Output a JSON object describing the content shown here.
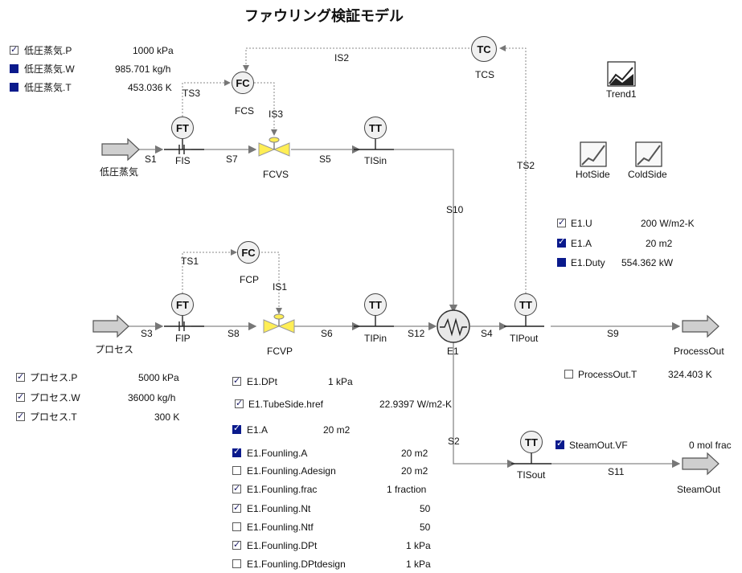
{
  "title": "ファウリング検証モデル",
  "steam_params": [
    {
      "label": "低圧蒸気.P",
      "value": "1000 kPa",
      "state": "checked"
    },
    {
      "label": "低圧蒸気.W",
      "value": "985.701 kg/h",
      "state": "filled"
    },
    {
      "label": "低圧蒸気.T",
      "value": "453.036 K",
      "state": "filled"
    }
  ],
  "process_params": [
    {
      "label": "プロセス.P",
      "value": "5000 kPa",
      "state": "checked"
    },
    {
      "label": "プロセス.W",
      "value": "36000 kg/h",
      "state": "checked"
    },
    {
      "label": "プロセス.T",
      "value": "300 K",
      "state": "checked"
    }
  ],
  "e1_params": [
    {
      "label": "E1.U",
      "value": "200 W/m2-K",
      "state": "checked"
    },
    {
      "label": "E1.A",
      "value": "20 m2",
      "state": "filled_checked"
    },
    {
      "label": "E1.Duty",
      "value": "554.362 kW",
      "state": "filled"
    }
  ],
  "fouling_params": [
    {
      "label": "E1.DPt",
      "value": "1 kPa",
      "state": "checked"
    },
    {
      "label": "E1.TubeSide.href",
      "value": "22.9397 W/m2-K",
      "state": "checked"
    },
    {
      "label": "E1.A",
      "value": "20 m2",
      "state": "filled_checked"
    },
    {
      "label": "E1.Founling.A",
      "value": "20 m2",
      "state": "filled_checked"
    },
    {
      "label": "E1.Founling.Adesign",
      "value": "20 m2",
      "state": "unchecked"
    },
    {
      "label": "E1.Founling.frac",
      "value": "1 fraction",
      "state": "checked"
    },
    {
      "label": "E1.Founling.Nt",
      "value": "50",
      "state": "checked"
    },
    {
      "label": "E1.Founling.Ntf",
      "value": "50",
      "state": "unchecked"
    },
    {
      "label": "E1.Founling.DPt",
      "value": "1 kPa",
      "state": "checked"
    },
    {
      "label": "E1.Founling.DPtdesign",
      "value": "1 kPa",
      "state": "unchecked"
    }
  ],
  "processout_t": {
    "label": "ProcessOut.T",
    "value": "324.403 K",
    "state": "unchecked"
  },
  "steamout_vf": {
    "label": "SteamOut.VF",
    "value": "0 mol frac",
    "state": "filled_checked"
  },
  "instruments": {
    "tc": "TC",
    "tc_tag": "TCS",
    "fcs": "FC",
    "fcs_tag": "FCS",
    "fis": "FT",
    "fis_tag": "FIS",
    "tisin": "TT",
    "tisin_tag": "TISin",
    "fcp": "FC",
    "fcp_tag": "FCP",
    "fip": "FT",
    "fip_tag": "FIP",
    "tipin": "TT",
    "tipin_tag": "TIPin",
    "tipout": "TT",
    "tipout_tag": "TIPout",
    "tisout": "TT",
    "tisout_tag": "TISout"
  },
  "equipment": {
    "steam_feed": "低圧蒸気",
    "process_feed": "プロセス",
    "fcvs": "FCVS",
    "fcvp": "FCVP",
    "e1": "E1",
    "processout": "ProcessOut",
    "steamout": "SteamOut",
    "trend1": "Trend1",
    "hotside": "HotSide",
    "coldside": "ColdSide"
  },
  "streams": {
    "s1": "S1",
    "s7": "S7",
    "s5": "S5",
    "s10": "S10",
    "s3": "S3",
    "s8": "S8",
    "s6": "S6",
    "s12": "S12",
    "s4": "S4",
    "s9": "S9",
    "s2": "S2",
    "s11": "S11",
    "is2": "IS2",
    "ts3": "TS3",
    "is3": "IS3",
    "ts1": "TS1",
    "is1": "IS1",
    "ts2": "TS2"
  }
}
